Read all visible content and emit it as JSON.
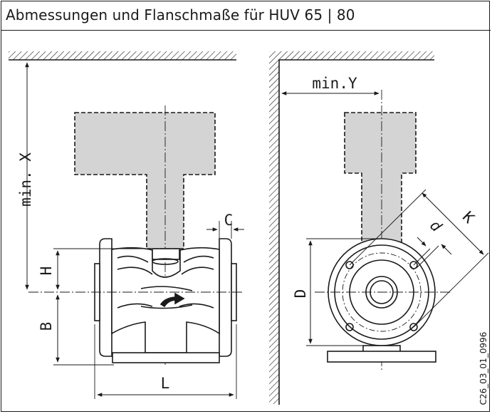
{
  "title": "Abmessungen und Flanschmaße für HUV 65 | 80",
  "labels": {
    "min_x": "min. X",
    "min_y": "min.Y",
    "c": "C",
    "h": "H",
    "b": "B",
    "l": "L",
    "d_upper": "D",
    "d_lower": "d",
    "k": "K"
  },
  "drawing_code": "C26_03_01_0996",
  "colors": {
    "actuator_fill": "#d4d4d4",
    "line": "#1a1a1a"
  }
}
